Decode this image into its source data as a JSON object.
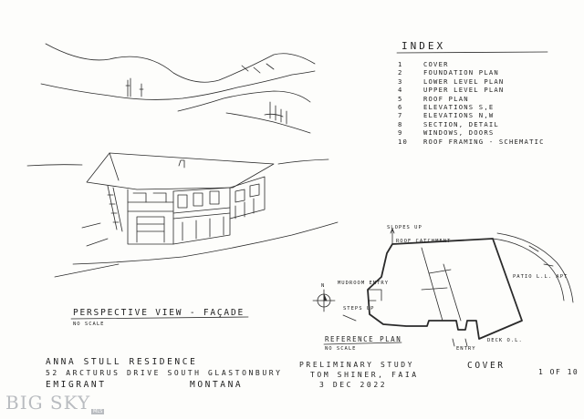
{
  "index": {
    "title": "INDEX",
    "items": [
      {
        "num": "1",
        "label": "COVER"
      },
      {
        "num": "2",
        "label": "FOUNDATION PLAN"
      },
      {
        "num": "3",
        "label": "LOWER LEVEL PLAN"
      },
      {
        "num": "4",
        "label": "UPPER LEVEL PLAN"
      },
      {
        "num": "5",
        "label": "ROOF PLAN"
      },
      {
        "num": "6",
        "label": "ELEVATIONS S,E"
      },
      {
        "num": "7",
        "label": "ELEVATIONS N,W"
      },
      {
        "num": "8",
        "label": "SECTION, DETAIL"
      },
      {
        "num": "9",
        "label": "WINDOWS, DOORS"
      },
      {
        "num": "10",
        "label": "ROOF FRAMING - SCHEMATIC"
      }
    ]
  },
  "perspective": {
    "label": "PERSPECTIVE VIEW - FAÇADE",
    "scale": "NO SCALE"
  },
  "site_plan": {
    "label": "REFERENCE PLAN",
    "scale": "NO SCALE",
    "slopes_up": "SLOPES UP",
    "roof_catchment": "ROOF CATCHMENT",
    "mudroom_entry": "MUDROOM ENTRY",
    "steps_up": "STEPS UP",
    "patio": "PATIO L.L. APT",
    "deck": "DECK O.L.",
    "entry": "ENTRY",
    "north": "N"
  },
  "title_block": {
    "project": "ANNA STULL RESIDENCE",
    "address_line1": "52 ARCTURUS DRIVE SOUTH GLASTONBURY",
    "address_line2": "EMIGRANT",
    "state": "MONTANA",
    "study": "PRELIMINARY STUDY",
    "architect": "TOM SHINER, FAIA",
    "date": "3 DEC 2022",
    "sheet_title": "COVER",
    "sheet_number": "1 OF 10"
  },
  "watermark": {
    "brand": "BIG SKY",
    "badge": "MLS"
  }
}
